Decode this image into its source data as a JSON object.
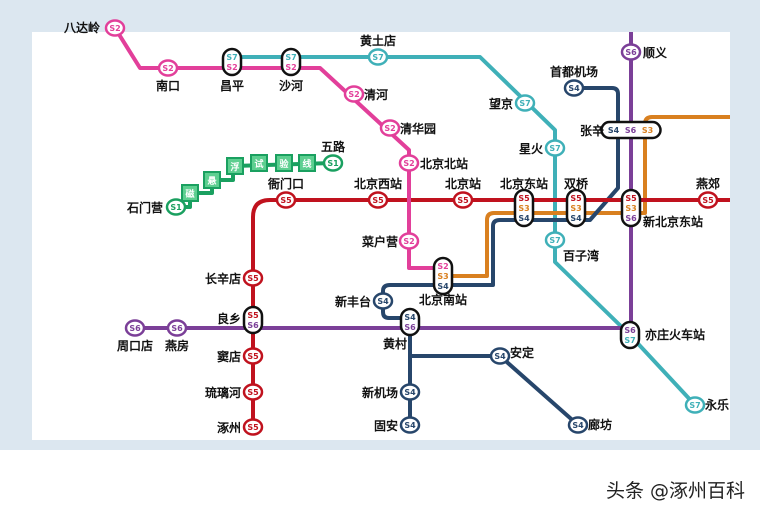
{
  "lines": {
    "S1": {
      "color": "#1aa060"
    },
    "S2": {
      "color": "#e23f9a"
    },
    "S3": {
      "color": "#d98020"
    },
    "S4": {
      "color": "#27466b"
    },
    "S5": {
      "color": "#c0121e"
    },
    "S6": {
      "color": "#7b3f98"
    },
    "S7": {
      "color": "#3fb0b8"
    }
  },
  "maglev_chars": [
    "磁",
    "悬",
    "浮",
    "试",
    "验",
    "线"
  ],
  "stations": [
    {
      "name": "八达岭",
      "lines": [
        "S2"
      ]
    },
    {
      "name": "南口",
      "lines": [
        "S2"
      ]
    },
    {
      "name": "昌平",
      "lines": [
        "S7",
        "S2"
      ]
    },
    {
      "name": "沙河",
      "lines": [
        "S7",
        "S2"
      ]
    },
    {
      "name": "黄土店",
      "lines": [
        "S7"
      ]
    },
    {
      "name": "清河",
      "lines": [
        "S2"
      ]
    },
    {
      "name": "清华园",
      "lines": [
        "S2"
      ]
    },
    {
      "name": "北京北站",
      "lines": [
        "S2"
      ]
    },
    {
      "name": "望京",
      "lines": [
        "S7"
      ]
    },
    {
      "name": "星火",
      "lines": [
        "S7"
      ]
    },
    {
      "name": "首都机场",
      "lines": [
        "S4"
      ]
    },
    {
      "name": "顺义",
      "lines": [
        "S6"
      ]
    },
    {
      "name": "张辛",
      "lines": [
        "S4",
        "S6",
        "S3"
      ]
    },
    {
      "name": "五路",
      "lines": [
        "S1"
      ]
    },
    {
      "name": "石门营",
      "lines": [
        "S1"
      ]
    },
    {
      "name": "衙门口",
      "lines": [
        "S5"
      ]
    },
    {
      "name": "北京西站",
      "lines": [
        "S5"
      ]
    },
    {
      "name": "北京站",
      "lines": [
        "S5"
      ]
    },
    {
      "name": "北京东站",
      "lines": [
        "S5",
        "S3",
        "S4"
      ]
    },
    {
      "name": "双桥",
      "lines": [
        "S5",
        "S3",
        "S4"
      ]
    },
    {
      "name": "新北京东站",
      "lines": [
        "S5",
        "S3",
        "S6"
      ]
    },
    {
      "name": "燕郊",
      "lines": [
        "S5"
      ]
    },
    {
      "name": "菜户营",
      "lines": [
        "S2"
      ]
    },
    {
      "name": "百子湾",
      "lines": [
        "S7"
      ]
    },
    {
      "name": "北京南站",
      "lines": [
        "S2",
        "S3",
        "S4"
      ]
    },
    {
      "name": "长辛店",
      "lines": [
        "S5"
      ]
    },
    {
      "name": "新丰台",
      "lines": [
        "S4"
      ]
    },
    {
      "name": "周口店",
      "lines": [
        "S6"
      ]
    },
    {
      "name": "燕房",
      "lines": [
        "S6"
      ]
    },
    {
      "name": "良乡",
      "lines": [
        "S5",
        "S6"
      ]
    },
    {
      "name": "黄村",
      "lines": [
        "S4",
        "S6"
      ]
    },
    {
      "name": "亦庄火车站",
      "lines": [
        "S6",
        "S7"
      ]
    },
    {
      "name": "窦店",
      "lines": [
        "S5"
      ]
    },
    {
      "name": "安定",
      "lines": [
        "S4"
      ]
    },
    {
      "name": "琉璃河",
      "lines": [
        "S5"
      ]
    },
    {
      "name": "新机场",
      "lines": [
        "S4"
      ]
    },
    {
      "name": "涿州",
      "lines": [
        "S5"
      ]
    },
    {
      "name": "固安",
      "lines": [
        "S4"
      ]
    },
    {
      "name": "廊坊",
      "lines": [
        "S4"
      ]
    },
    {
      "name": "永乐",
      "lines": [
        "S7"
      ]
    }
  ],
  "watermark": "头条 @涿州百科"
}
